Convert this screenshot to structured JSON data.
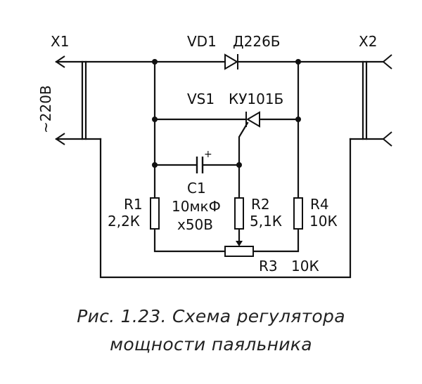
{
  "connectors": {
    "x1": "X1",
    "x2": "X2"
  },
  "supply": "~220В",
  "vd1": {
    "ref": "VD1",
    "part": "Д226Б"
  },
  "vs1": {
    "ref": "VS1",
    "part": "КУ101Б"
  },
  "c1": {
    "ref": "C1",
    "polarity": "+",
    "value": "10мкФ",
    "voltage": "x50В"
  },
  "r1": {
    "ref": "R1",
    "value": "2,2К"
  },
  "r2": {
    "ref": "R2",
    "value": "5,1К"
  },
  "r4": {
    "ref": "R4",
    "value": "10К"
  },
  "r3": {
    "ref": "R3",
    "value": "10К"
  },
  "caption": {
    "line1": "Рис. 1.23. Схема регулятора",
    "line2": "мощности паяльника"
  }
}
